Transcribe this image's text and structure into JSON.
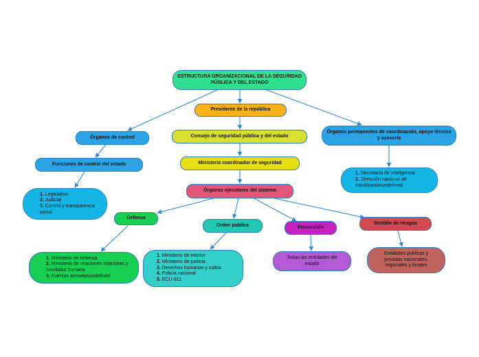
{
  "title": "ESTRUCTURA ORGANIZACIONAL DE LA SEGURIDAD PÚBLICA Y DEL ESTADO",
  "presidente": "Presidente de la república",
  "consejo": "Consejo de seguridad pública y del estado",
  "ministerio_coordinador": "Ministerio coordinador de seguridad",
  "organos_ejecutores": "Órganos ejecutores del sistema",
  "organos_control": "Órganos de control",
  "funciones_control": "Funciones de control del estado",
  "control_list": [
    "Legislativo",
    "Judicial",
    "Control y transparencia social"
  ],
  "organos_permanentes": "Órganos permanentes de coordinación, apoyo técnico y asesoría",
  "permanentes_list": [
    "Secretaría de inteligencia",
    "Dirección nacional de movilizaciónundefined"
  ],
  "defensa": "Defensa",
  "defensa_list": [
    "Ministerio de defensa",
    "Ministerio de relaciones exteriores y movilidad humana",
    "Fuerzas armadasundefined"
  ],
  "orden_publico": "Orden publico",
  "orden_list": [
    "Ministerio de interior",
    "Ministerio de justicia",
    "Derechos humanos y cultos",
    "Policía nacional",
    "ECU-911"
  ],
  "prevencion": "Prevención",
  "prevencion_text": "Todas las entidades del estado",
  "gestion_riesgos": "Gestión de riesgos",
  "gestion_text": "Entidades publicas y privadas nacionales, regionales y locales",
  "colors": {
    "title": "#2fe08f",
    "presidente": "#fbb21a",
    "consejo": "#d8df2f",
    "ministerio": "#e8dc12",
    "ejecutores": "#e4557a",
    "control": "#2ba3e4",
    "list_cyan": "#14b6e6",
    "defensa": "#17d053",
    "orden": "#22c8b4",
    "orden_list": "#33d0c9",
    "prevencion": "#c521c0",
    "prevencion_text": "#b35ad4",
    "gestion": "#d24a4f",
    "gestion_text": "#c0635f",
    "edge": "#2a8bd0"
  }
}
